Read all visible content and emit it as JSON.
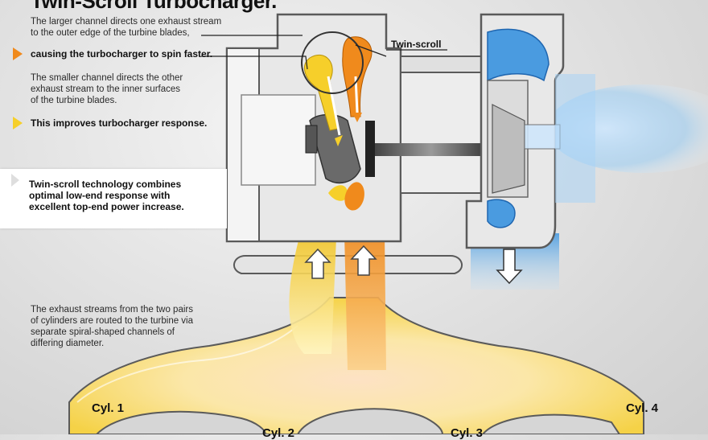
{
  "title": "Twin-Scroll Turbocharger.",
  "callouts": {
    "larger_line1": "The larger channel directs one exhaust stream",
    "larger_line2": "to the outer edge of the turbine blades,",
    "larger_bold": "causing the turbocharger to spin faster.",
    "smaller_line1": "The smaller channel directs the other",
    "smaller_line2": "exhaust stream to the inner surfaces",
    "smaller_line3": "of the turbine blades.",
    "smaller_bold": "This improves turbocharger response.",
    "panel_line1": "Twin-scroll technology combines",
    "panel_line2": "optimal low-end response with",
    "panel_line3": "excellent top-end power increase.",
    "exhaust_line1": "The exhaust streams from the two pairs",
    "exhaust_line2": "of cylinders are routed to the turbine via",
    "exhaust_line3": "separate spiral-shaped channels of",
    "exhaust_line4": "differing diameter."
  },
  "labels": {
    "twin_scroll": "Twin-scroll",
    "cyl1": "Cyl. 1",
    "cyl2": "Cyl. 2",
    "cyl3": "Cyl. 3",
    "cyl4": "Cyl. 4"
  },
  "colors": {
    "orange": "#f08a1c",
    "yellow": "#f6cf2a",
    "blue": "#4a9be0",
    "housing": "#e6e6e6",
    "outline": "#5a5a5a"
  }
}
